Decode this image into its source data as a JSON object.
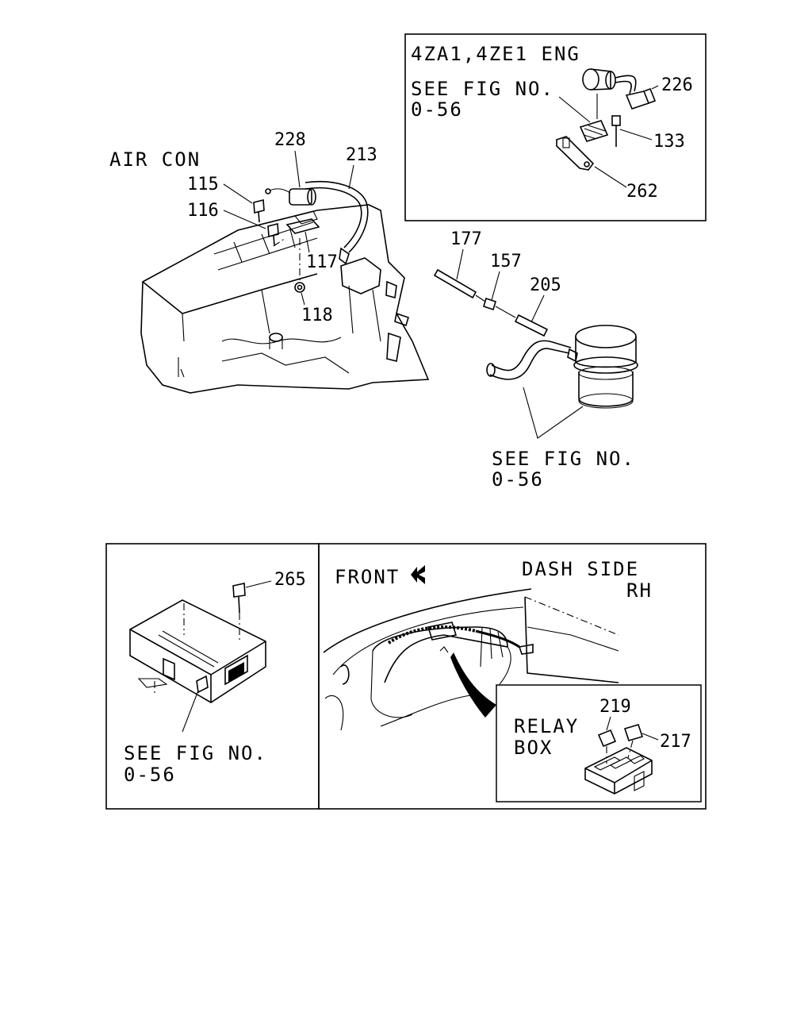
{
  "labels": {
    "air_con": "AIR CON",
    "engine_variant": "4ZA1,4ZE1 ENG",
    "see_fig": "SEE FIG NO.",
    "fig_ref": "0-56",
    "front": "FRONT",
    "dash_side": "DASH SIDE",
    "rh": "RH",
    "relay": "RELAY",
    "box": "BOX"
  },
  "parts": {
    "p115": "115",
    "p116": "116",
    "p117": "117",
    "p118": "118",
    "p133": "133",
    "p157": "157",
    "p177": "177",
    "p205": "205",
    "p213": "213",
    "p217": "217",
    "p219": "219",
    "p226": "226",
    "p228": "228",
    "p262": "262",
    "p265": "265"
  }
}
